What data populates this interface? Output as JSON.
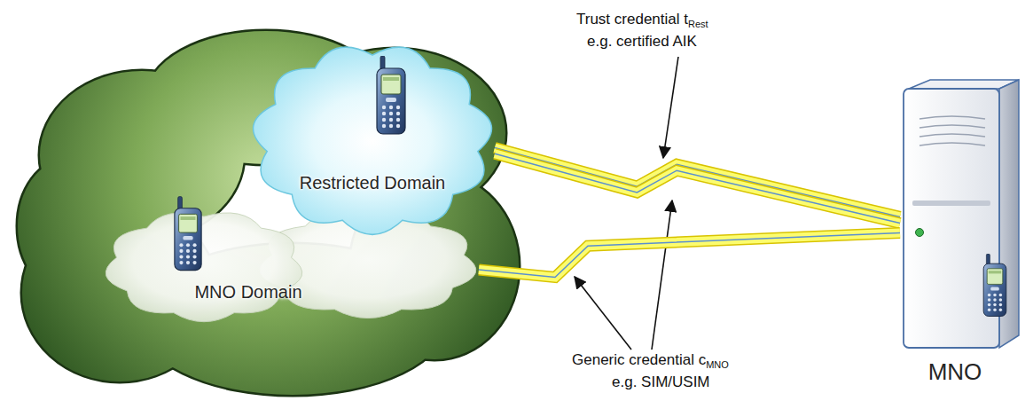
{
  "diagram": {
    "nodes": [
      {
        "text": [
          "Restricted Domain"
        ]
      },
      {
        "text": [
          "MNO Domain"
        ]
      },
      {
        "text": [
          "MNO"
        ]
      }
    ],
    "edges": [
      {
        "from": 0,
        "to": 2,
        "arrow": "none"
      },
      {
        "from": 0,
        "to": 2,
        "arrow": "none"
      },
      {
        "from": 1,
        "to": 2,
        "arrow": "none"
      }
    ],
    "labels": [
      "Trust credential t",
      "Rest",
      "e.g. certified AIK",
      "Generic credential c",
      "MNO",
      "e.g. SIM/USIM"
    ]
  }
}
